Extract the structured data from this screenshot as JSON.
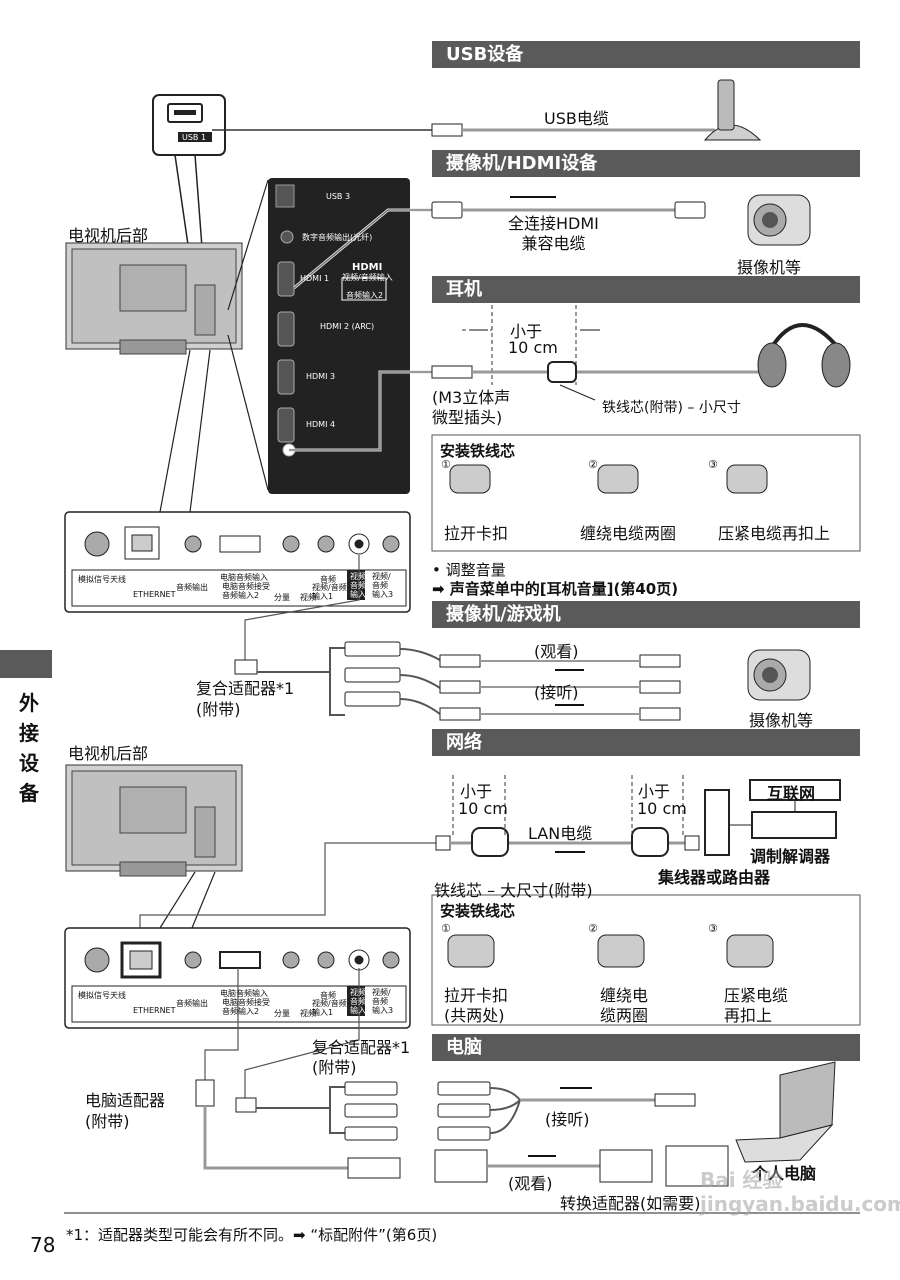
{
  "sections": {
    "usb": "USB设备",
    "camera_hdmi": "摄像机/HDMI设备",
    "headphones": "耳机",
    "camera_game": "摄像机/游戏机",
    "network": "网络",
    "pc": "电脑"
  },
  "side_tab": "外接设备",
  "usb": {
    "cable": "USB电缆",
    "port_label": "USB 1"
  },
  "tv_back_label": "电视机后部",
  "hdmi": {
    "cable": "全连接HDMI\n兼容电缆",
    "device": "摄像机等",
    "panel": {
      "usb3": "USB 3",
      "optical": "数字音频输出(光纤)",
      "hdmi1": "HDMI 1",
      "hdmi_logo": "HDMI",
      "av_in": "视频/音频输入",
      "av_in2": "音频输入2",
      "hdmi2": "HDMI 2 (ARC)",
      "hdmi3": "HDMI 3",
      "hdmi4": "HDMI 4"
    }
  },
  "headphones": {
    "less_than": "小于",
    "distance": "10 cm",
    "plug": "(M3立体声\n微型插头)",
    "ferrite_small": "铁线芯(附带) – 小尺寸",
    "install_title": "安装铁线芯",
    "steps": [
      "拉开卡扣",
      "缠绕电缆两圈",
      "压紧电缆再扣上"
    ],
    "step_nums": [
      "①",
      "②",
      "③"
    ]
  },
  "volume": {
    "adjust": "调整音量",
    "menu_ref": "声音菜单中的[耳机音量](第40页)"
  },
  "rear_panel": {
    "antenna": "模拟信号天线",
    "ethernet": "ETHERNET",
    "audio_out": "音频输出",
    "pc_audio_in": "电脑音频输入",
    "pc_audio_in2": "电脑音频接受\n音频输入2",
    "component": "分量",
    "video": "视频",
    "audio": "音频",
    "av_in1": "视频/音频\n输入1",
    "av_in2": "视频/\n音频\n输入2",
    "av_in3": "视频/\n音频\n输入3"
  },
  "av": {
    "adapter": "复合适配器*1\n(附带)",
    "watch": "(观看)",
    "listen": "(接听)",
    "device": "摄像机等"
  },
  "network": {
    "less_than": "小于",
    "distance": "10 cm",
    "lan": "LAN电缆",
    "internet": "互联网",
    "modem": "调制解调器",
    "hub": "集线器或路由器",
    "ferrite_large": "铁线芯 – 大尺寸(附带)",
    "install_title": "安装铁线芯",
    "steps": [
      "拉开卡扣\n(共两处)",
      "缠绕电\n缆两圈",
      "压紧电缆\n再扣上"
    ],
    "step_nums": [
      "①",
      "②",
      "③"
    ]
  },
  "pc": {
    "adapter": "复合适配器*1\n(附带)",
    "pc_adapter": "电脑适配器\n(附带)",
    "listen": "(接听)",
    "watch": "(观看)",
    "pc": "个人电脑",
    "converter": "转换适配器(如需要)"
  },
  "footer": {
    "page": "78",
    "note": "*1：适配器类型可能会有所不同。➡ “标配附件”(第6页)"
  },
  "watermark": "Bai 经验\njingyan.baidu.com"
}
